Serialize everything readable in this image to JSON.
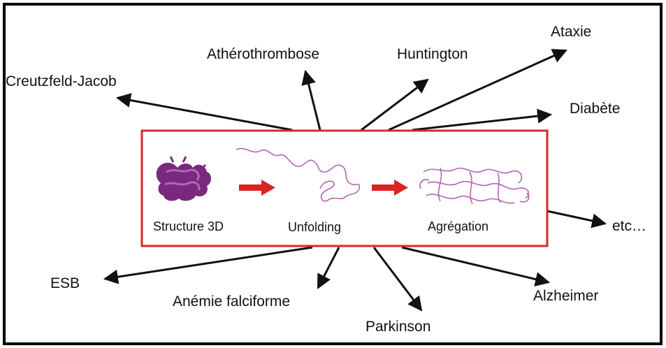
{
  "diagram": {
    "process": {
      "stages": [
        {
          "label": "Structure 3D"
        },
        {
          "label": "Unfolding"
        },
        {
          "label": "Agrégation"
        }
      ]
    },
    "diseases": [
      {
        "label": "Creutzfeld-Jacob"
      },
      {
        "label": "Athérothrombose"
      },
      {
        "label": "Huntington"
      },
      {
        "label": "Ataxie"
      },
      {
        "label": "Diabète"
      },
      {
        "label": "etc…"
      },
      {
        "label": "ESB"
      },
      {
        "label": "Anémie falciforme"
      },
      {
        "label": "Parkinson"
      },
      {
        "label": "Alzheimer"
      }
    ],
    "colors": {
      "border": "#000000",
      "process_box": "#d42a2a",
      "stage_arrow": "#d92424",
      "protein": "#7a2a7e",
      "protein_light": "#b365b5",
      "disease_arrow": "#111111"
    }
  }
}
